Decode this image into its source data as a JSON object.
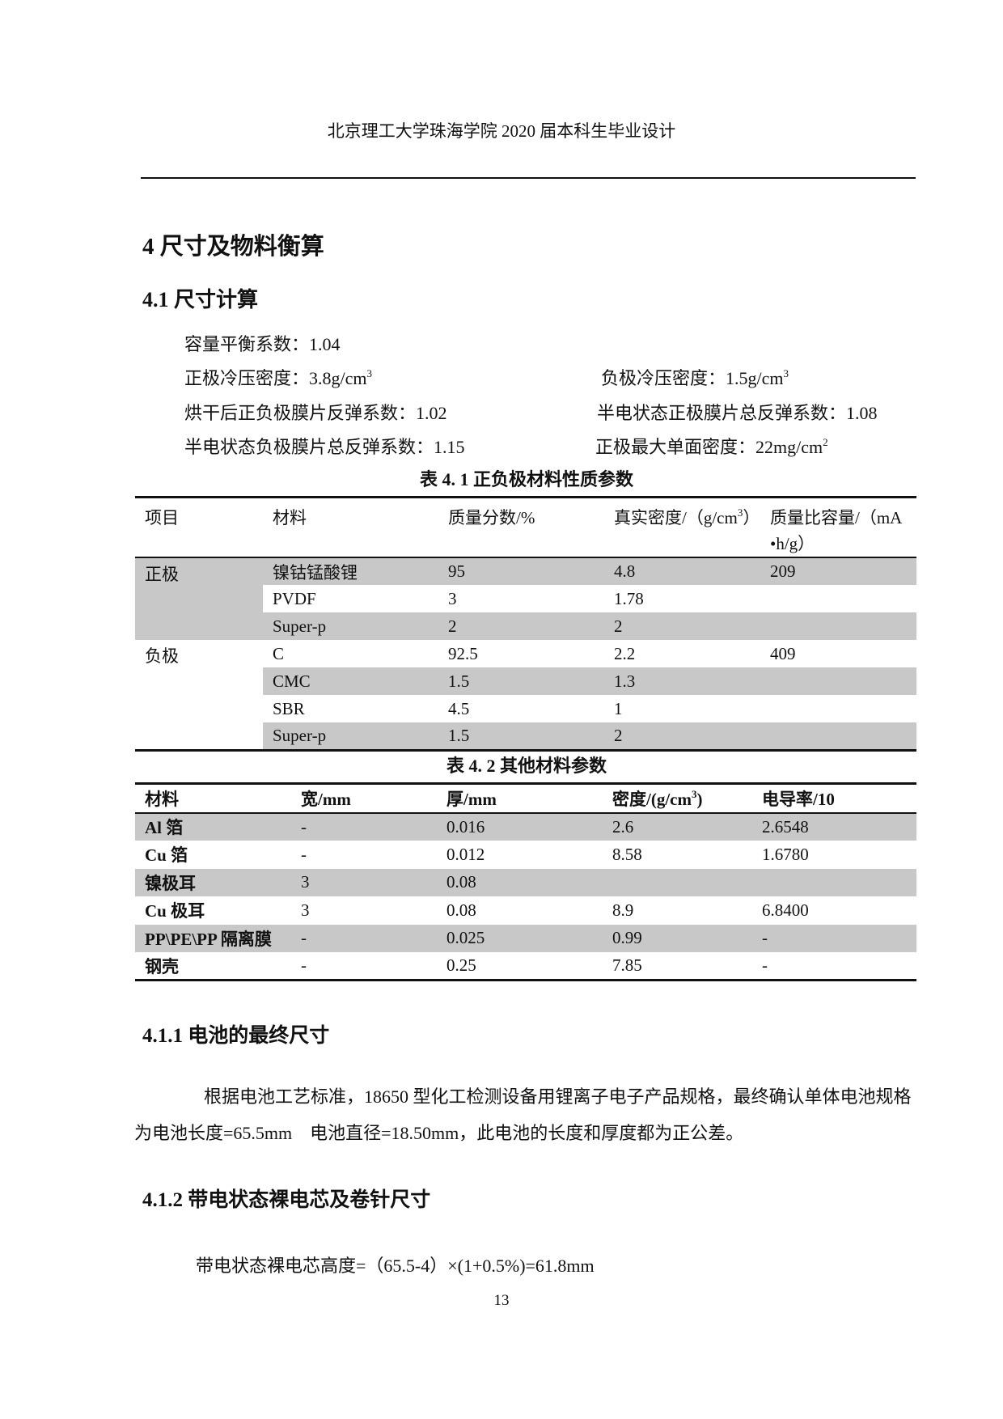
{
  "running_header": "北京理工大学珠海学院 2020 届本科生毕业设计",
  "chapter_heading": "4 尺寸及物料衡算",
  "section_heading": "4.1  尺寸计算",
  "parameters": {
    "capacity_balance": "容量平衡系数：1.04",
    "cathode_cold_press_density": "正极冷压密度：3.8g/cm",
    "cathode_cold_press_density_sup": "3",
    "anode_cold_press_density": "负极冷压密度：1.5g/cm",
    "anode_cold_press_density_sup": "3",
    "dried_rebound": "烘干后正负极膜片反弹系数：1.02",
    "half_charged_cathode_rebound": "半电状态正极膜片总反弹系数：1.08",
    "half_charged_anode_rebound": "半电状态负极膜片总反弹系数：1.15",
    "cathode_max_areal_density": "正极最大单面密度：22mg/cm",
    "cathode_max_areal_density_sup": "2"
  },
  "table1": {
    "caption": "表 4. 1 正负极材料性质参数",
    "headers": [
      "项目",
      "材料",
      "质量分数/%",
      "真实密度/（g/cm",
      "质量比容量/（mA"
    ],
    "header_density_sup": "3",
    "header_density_close": "）",
    "header_capacity_line2": "•h/g）",
    "groups": [
      {
        "label": "正极",
        "rows": [
          {
            "material": "镍钴锰酸锂",
            "mass_fraction": "95",
            "density": "4.8",
            "capacity": "209"
          },
          {
            "material": "PVDF",
            "mass_fraction": "3",
            "density": "1.78",
            "capacity": ""
          },
          {
            "material": "Super-p",
            "mass_fraction": "2",
            "density": "2",
            "capacity": ""
          }
        ]
      },
      {
        "label": "负极",
        "rows": [
          {
            "material": "C",
            "mass_fraction": "92.5",
            "density": "2.2",
            "capacity": "409"
          },
          {
            "material": "CMC",
            "mass_fraction": "1.5",
            "density": "1.3",
            "capacity": ""
          },
          {
            "material": "SBR",
            "mass_fraction": "4.5",
            "density": "1",
            "capacity": ""
          },
          {
            "material": "Super-p",
            "mass_fraction": "1.5",
            "density": "2",
            "capacity": ""
          }
        ]
      }
    ]
  },
  "table2": {
    "caption": "表 4. 2 其他材料参数",
    "headers": [
      "材料",
      "宽/mm",
      "厚/mm",
      "密度/(g/cm",
      "电导率/10"
    ],
    "header_density_sup": "3",
    "header_density_close": ")",
    "rows": [
      {
        "material": "Al 箔",
        "width": "-",
        "thickness": "0.016",
        "density": "2.6",
        "conductivity": "2.6548"
      },
      {
        "material": "Cu 箔",
        "width": "-",
        "thickness": "0.012",
        "density": "8.58",
        "conductivity": "1.6780"
      },
      {
        "material": "镍极耳",
        "width": "3",
        "thickness": "0.08",
        "density": "",
        "conductivity": ""
      },
      {
        "material": "Cu 极耳",
        "width": "3",
        "thickness": "0.08",
        "density": "8.9",
        "conductivity": "6.8400"
      },
      {
        "material": "PP\\PE\\PP 隔离膜",
        "width": "-",
        "thickness": "0.025",
        "density": "0.99",
        "conductivity": "-"
      },
      {
        "material": "钢壳",
        "width": "-",
        "thickness": "0.25",
        "density": "7.85",
        "conductivity": "-"
      }
    ]
  },
  "subsection_411": {
    "heading": "4.1.1  电池的最终尺寸",
    "paragraph": "根据电池工艺标准，18650 型化工检测设备用锂离子电子产品规格，最终确认单体电池规格为电池长度=65.5mm　电池直径=18.50mm，此电池的长度和厚度都为正公差。"
  },
  "subsection_412": {
    "heading": "4.1.2 带电状态裸电芯及卷针尺寸",
    "formula": "带电状态裸电芯高度=（65.5-4）×(1+0.5%)=61.8mm"
  },
  "page_number": "13",
  "colors": {
    "row_shade": "#c8c8c8",
    "text": "#111111",
    "rule": "#111111"
  }
}
